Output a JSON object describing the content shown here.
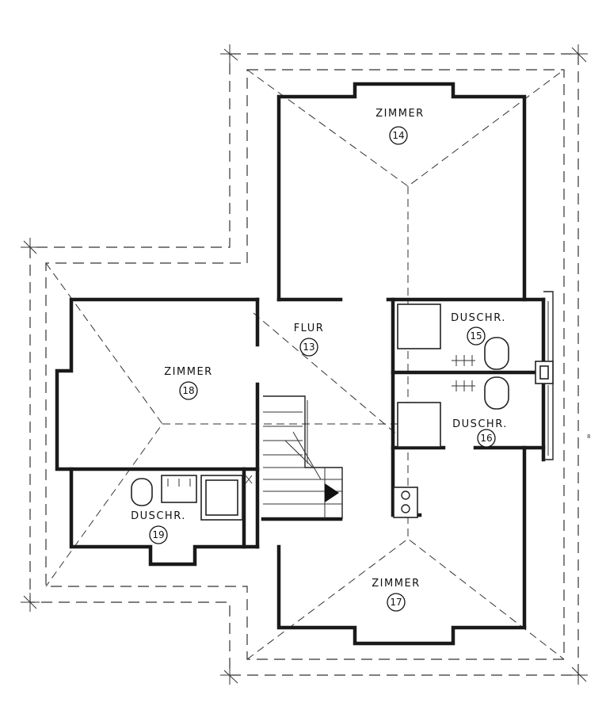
{
  "rooms": [
    {
      "id": "zimmer-14",
      "label": "ZIMMER",
      "number": "14"
    },
    {
      "id": "flur-13",
      "label": "FLUR",
      "number": "13"
    },
    {
      "id": "zimmer-18",
      "label": "ZIMMER",
      "number": "18"
    },
    {
      "id": "duschr-15",
      "label": "DUSCHR.",
      "number": "15"
    },
    {
      "id": "duschr-16",
      "label": "DUSCHR.",
      "number": "16"
    },
    {
      "id": "duschr-19",
      "label": "DUSCHR.",
      "number": "19"
    },
    {
      "id": "zimmer-17",
      "label": "ZIMMER",
      "number": "17"
    }
  ],
  "margin_note": "8"
}
